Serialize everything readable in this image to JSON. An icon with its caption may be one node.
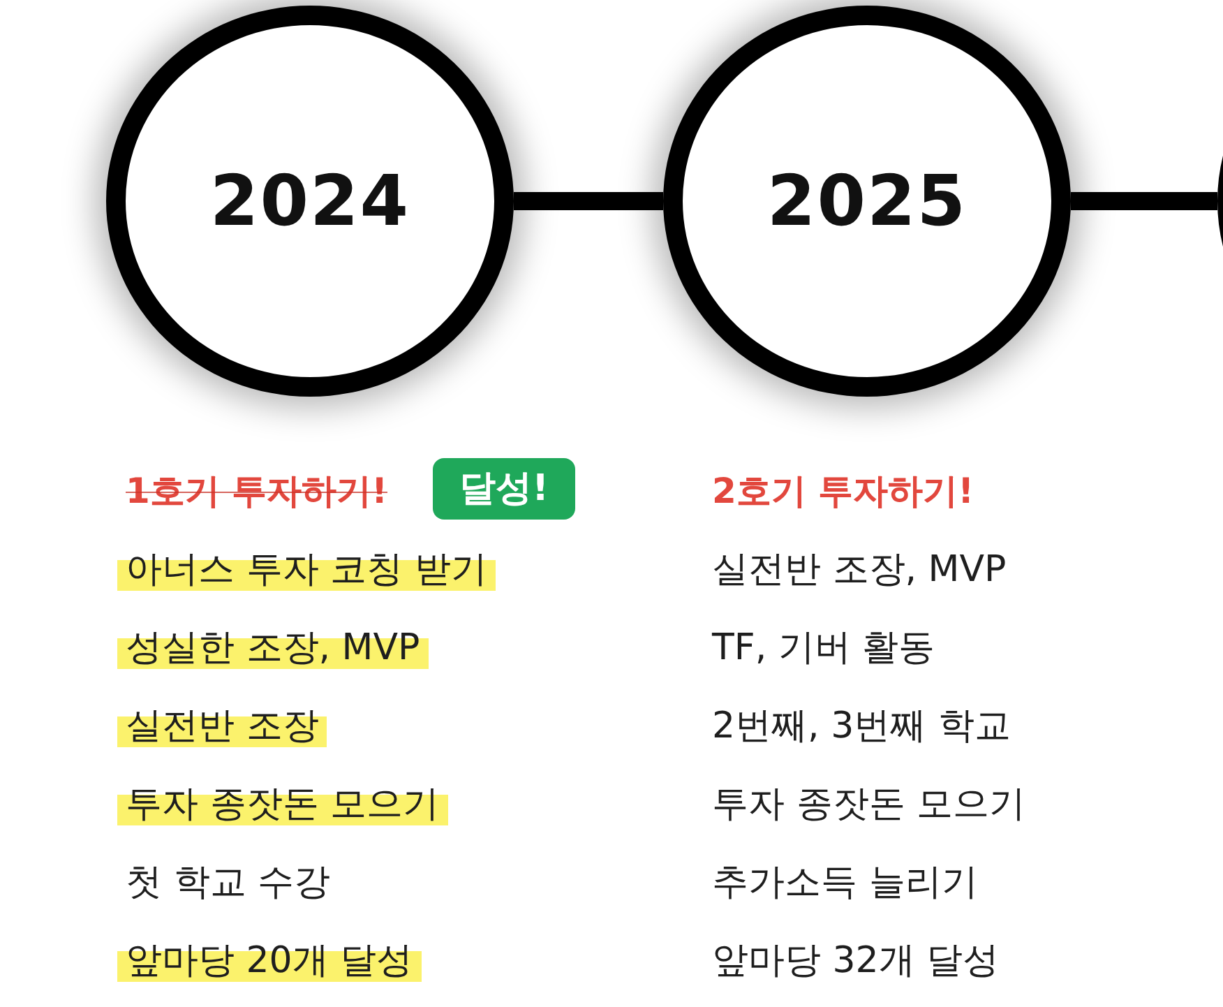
{
  "diagram": {
    "nodes": [
      {
        "text": [
          "2024"
        ],
        "beside": [
          "1호기 투자하기!",
          "아너스 투자 코칭 받기",
          "성실한 조장, MVP",
          "실전반 조장",
          "투자 종잣돈 모으기",
          "첫 학교 수강",
          "앞마당 20개 달성"
        ]
      },
      {
        "text": [
          "2025"
        ],
        "beside": [
          "2호기 투자하기!",
          "실전반 조장, MVP",
          "TF, 기버 활동",
          "2번째, 3번째 학교",
          "투자 종잣돈 모으기",
          "추가소득 늘리기",
          "앞마당 32개 달성"
        ]
      },
      {
        "text": [],
        "shape": "circle"
      },
      {
        "text": [
          "달성!"
        ]
      }
    ],
    "edges": [
      {
        "from": 0,
        "to": 1,
        "arrow": "none"
      },
      {
        "from": 1,
        "to": 2,
        "arrow": "none"
      }
    ]
  }
}
